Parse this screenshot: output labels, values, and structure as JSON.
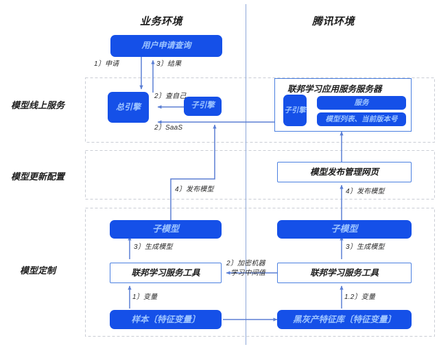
{
  "diagram": {
    "title_left": "业务环境",
    "title_right": "腾讯环境",
    "row_labels": [
      "模型线上服务",
      "模型更新配置",
      "模型定制"
    ],
    "colors": {
      "node_fill": "#1550e8",
      "node_text": "#9dc4ff",
      "outline_border": "#4a7fe0",
      "wire": "#5b7fd4",
      "band_dash": "#c9ccd4",
      "divider": "#8ea7d8",
      "background": "#ffffff"
    },
    "nodes": {
      "user_request": "用户申请查询",
      "main_engine": "总引擎",
      "sub_engine_left": "子引擎",
      "fl_app_server": "联邦学习应用服务服务器",
      "sub_engine_right": "子引擎",
      "service": "服务",
      "model_list_version": "模型列表、当前版本号",
      "publish_page": "模型发布管理网页",
      "sub_model_left": "子模型",
      "sub_model_right": "子模型",
      "fl_tool_left": "联邦学习服务工具",
      "fl_tool_right": "联邦学习服务工具",
      "sample": "样本〔特征变量〕",
      "blackgray_lib": "黑灰产特征库〔特征变量〕"
    },
    "edge_labels": {
      "apply": "1〕申请",
      "result": "3〕结果",
      "query_self": "2〕查自己",
      "saas": "2〕SaaS",
      "publish_model_left": "4〕发布模型",
      "publish_model_right": "4〕发布模型",
      "generate_model_left": "3〕生成模型",
      "generate_model_right": "3〕生成模型",
      "variable_left": "1〕变量",
      "variable_right": "1.2〕变量",
      "encrypted_line1": "2〕加密机器",
      "encrypted_line2": "学习中间值"
    }
  }
}
